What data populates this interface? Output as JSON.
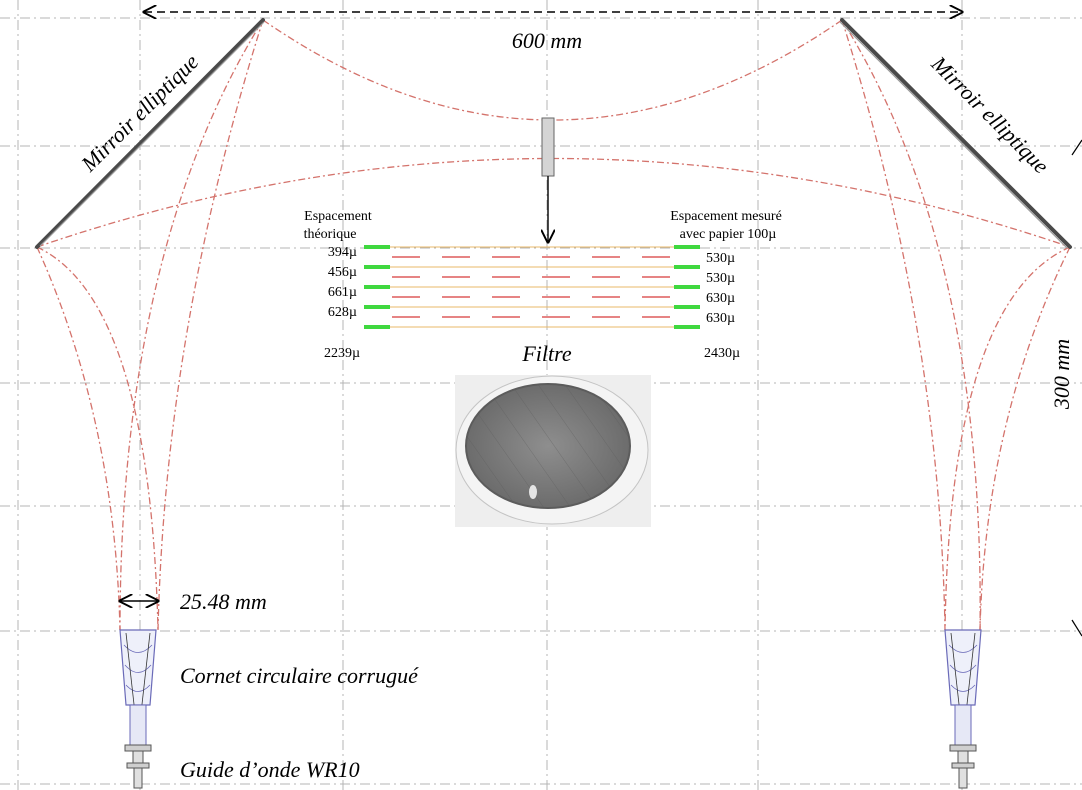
{
  "labels": {
    "width_dim": "600 mm",
    "height_dim": "300 mm",
    "mirror_left": "Mirroir elliptique",
    "mirror_right": "Mirroir elliptique",
    "aperture": "25.48 mm",
    "horn": "Cornet circulaire corrugué",
    "guide": "Guide d’onde WR10",
    "filter": "Filtre"
  },
  "spacing": {
    "left_header_1": "Espacement",
    "left_header_2": "théorique",
    "right_header_1": "Espacement mesuré",
    "right_header_2": "avec papier 100µ",
    "theoretical": [
      "394µ",
      "456µ",
      "661µ",
      "628µ"
    ],
    "measured": [
      "530µ",
      "530µ",
      "630µ",
      "630µ"
    ],
    "total_theoretical": "2239µ",
    "total_measured": "2430µ"
  },
  "colors": {
    "grid": "#b4b4b4",
    "beam": "#d4736c",
    "layer_line": "#e8b86a",
    "layer_dash": "#d73a3a",
    "spacer": "#3fd83f",
    "mirror": "#555555",
    "horn": "#6a6ab8"
  }
}
